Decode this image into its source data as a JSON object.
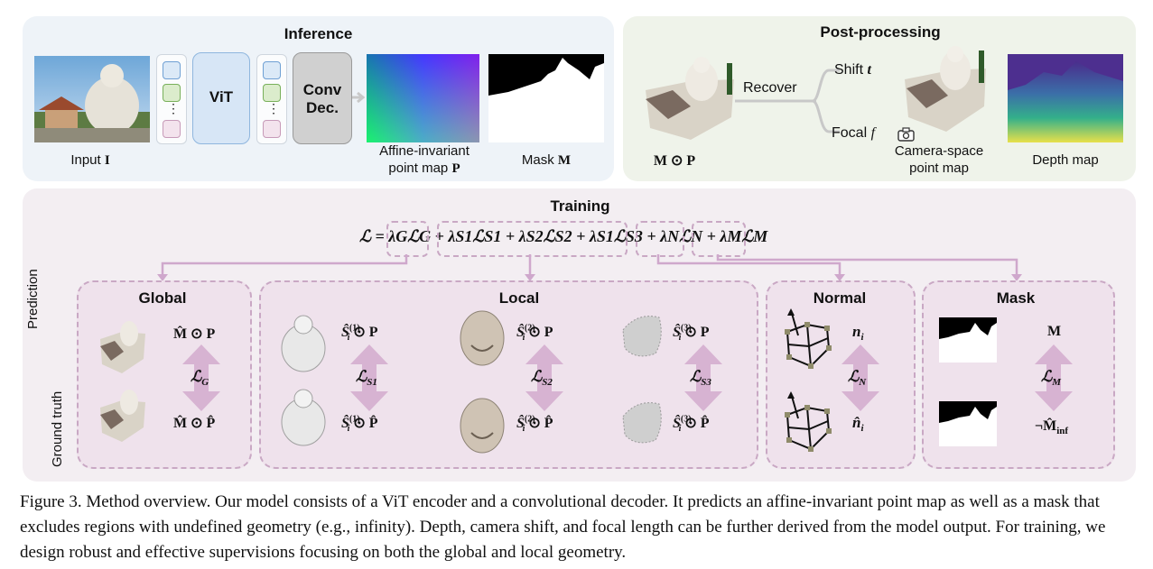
{
  "inference": {
    "title": "Inference",
    "input_label_prefix": "Input ",
    "input_label_sym": "I",
    "vit_label": "ViT",
    "conv_label_1": "Conv",
    "conv_label_2": "Dec.",
    "dots": "⋮",
    "pointmap_label_1": "Affine-invariant",
    "pointmap_label_2": "point map ",
    "pointmap_sym": "P",
    "mask_label_prefix": "Mask ",
    "mask_sym": "M"
  },
  "postprocessing": {
    "title": "Post-processing",
    "mp_label": "M ⊙ P",
    "recover_label": "Recover",
    "shift_label": "Shift ",
    "shift_sym": "t",
    "focal_label": "Focal ",
    "focal_sym": "f",
    "camspace_label_1": "Camera-space",
    "camspace_label_2": "point map",
    "depth_label": "Depth map"
  },
  "training": {
    "title": "Training",
    "loss_formula": "ℒ = λGℒG + λS1ℒS1 + λS2ℒS2 + λS1ℒS3 + λNℒN + λMℒM",
    "row_labels": {
      "prediction": "Prediction",
      "ground_truth": "Ground truth"
    },
    "global": {
      "title": "Global",
      "pred": "M̂ ⊙ P",
      "gt": "M̂ ⊙ P̂",
      "loss": "ℒ",
      "loss_sub": "G"
    },
    "local": {
      "title": "Local",
      "items": [
        {
          "pred": "Ŝ",
          "sup": "(1)",
          "pred_tail": " ⊙ P",
          "gt_tail": " ⊙ P̂",
          "loss": "ℒ",
          "loss_sub": "S1"
        },
        {
          "pred": "Ŝ",
          "sup": "(2)",
          "pred_tail": " ⊙ P",
          "gt_tail": " ⊙ P̂",
          "loss": "ℒ",
          "loss_sub": "S2"
        },
        {
          "pred": "Ŝ",
          "sup": "(3)",
          "pred_tail": " ⊙ P",
          "gt_tail": " ⊙ P̂",
          "loss": "ℒ",
          "loss_sub": "S3"
        }
      ],
      "sub_i": "i"
    },
    "normal": {
      "title": "Normal",
      "pred": "n",
      "gt": "n̂",
      "sub": "i",
      "loss": "ℒ",
      "loss_sub": "N"
    },
    "mask": {
      "title": "Mask",
      "pred": "M",
      "gt": "¬M̂",
      "gt_sub": "inf",
      "loss": "ℒ",
      "loss_sub": "M"
    }
  },
  "caption": "Figure 3. Method overview. Our model consists of a ViT encoder and a convolutional decoder. It predicts an affine-invariant point map as well as a mask that excludes regions with undefined geometry (e.g., infinity). Depth, camera shift, and focal length can be further derived from the model output. For training, we design robust and effective supervisions focusing on both the global and local geometry.",
  "colors": {
    "inference_bg": "#eef3f8",
    "post_bg": "#eff3ea",
    "training_bg": "#f3eef2",
    "dash": "#c9a8c4",
    "arrow": "#cfa8cc",
    "vit_fill": "#d7e6f6",
    "conv_fill": "#d0d0d0"
  }
}
